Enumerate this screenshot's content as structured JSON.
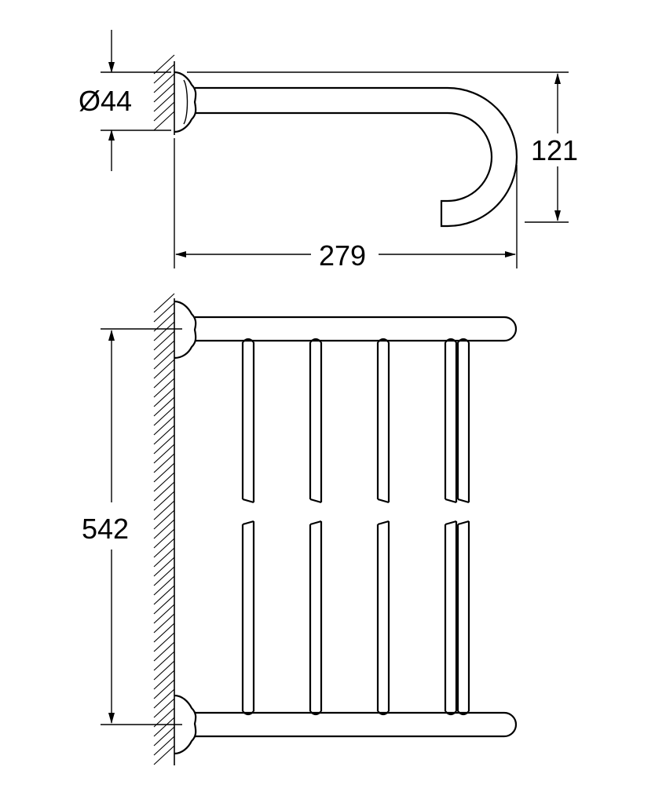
{
  "dimensions": {
    "diameter": "Ø44",
    "projection": "121",
    "depth": "279",
    "length": "542"
  },
  "views": {
    "side": {
      "rail_count": 1
    },
    "top": {
      "bar_count": 5,
      "paired_last_bars": true
    }
  }
}
